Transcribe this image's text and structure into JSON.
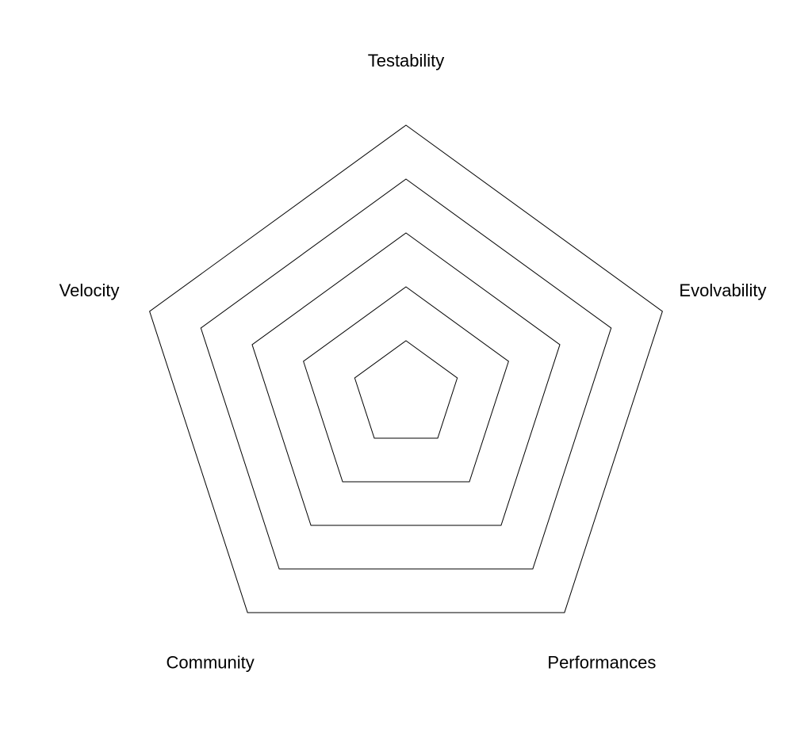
{
  "chart_data": {
    "type": "radar",
    "axes": [
      "Testability",
      "Evolvability",
      "Performances",
      "Community",
      "Velocity"
    ],
    "levels": 5,
    "series": [],
    "grid": true,
    "legend": "none",
    "colors": {
      "grid": "#000000",
      "label": "#000000",
      "background": "#ffffff"
    }
  }
}
